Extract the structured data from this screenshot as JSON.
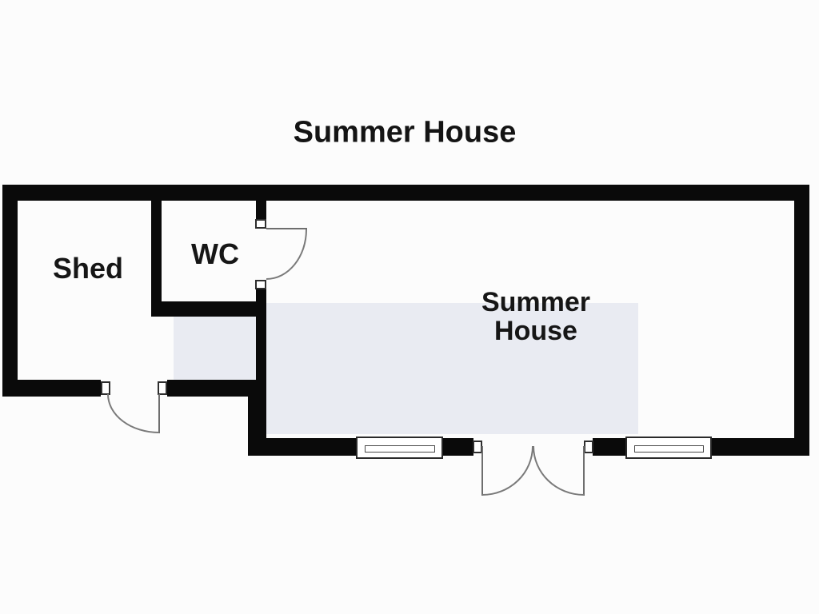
{
  "title": "Summer House",
  "rooms": {
    "shed": {
      "label": "Shed"
    },
    "wc": {
      "label": "WC"
    },
    "summer_house": {
      "label": "Summer House"
    }
  },
  "symbols": {
    "single_door_count": 2,
    "double_door_count": 1,
    "window_count": 2
  },
  "colors": {
    "background": "#fcfcfc",
    "wall": "#0a0a0a",
    "floor_highlight": "#e9ebf2",
    "door_swing_line": "#7a7a7a",
    "text": "#141414"
  }
}
